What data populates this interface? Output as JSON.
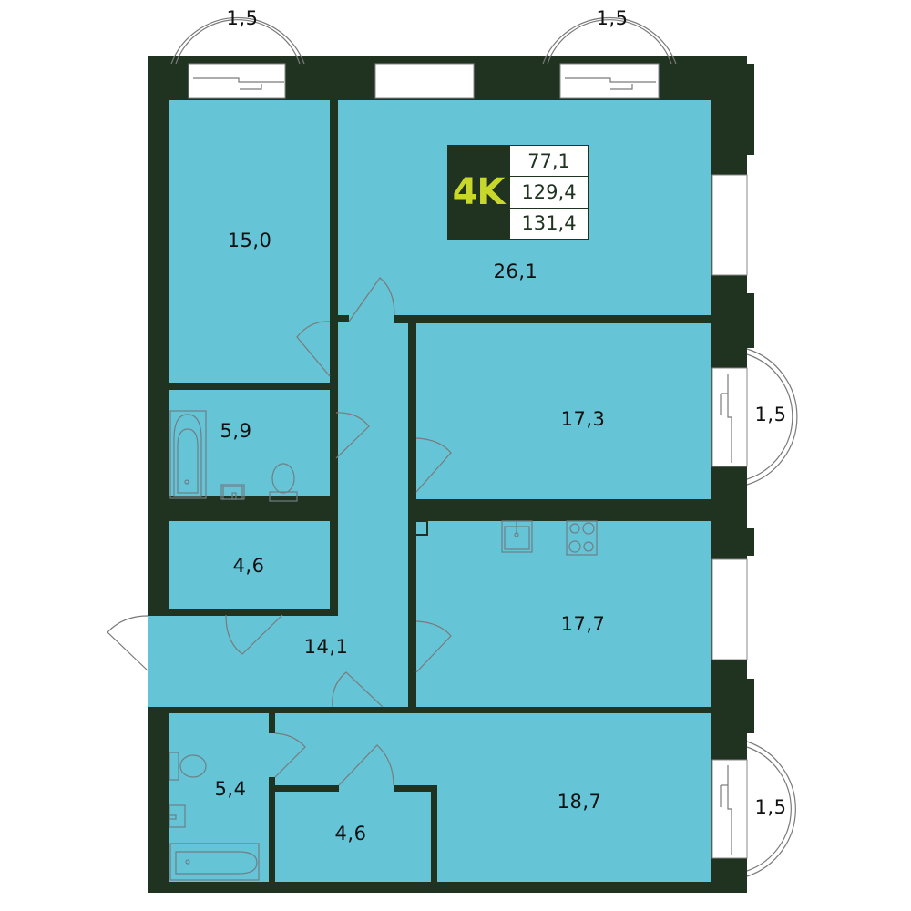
{
  "plan": {
    "type_badge": {
      "label": "4K",
      "living_area": "77,1",
      "total_area": "129,4",
      "total_area_with_balconies": "131,4"
    },
    "rooms": [
      {
        "id": "bedroom-top-left",
        "area": "15,0"
      },
      {
        "id": "living-room",
        "area": "26,1"
      },
      {
        "id": "bedroom-right-middle",
        "area": "17,3"
      },
      {
        "id": "bathroom-1",
        "area": "5,9"
      },
      {
        "id": "storage-1",
        "area": "4,6"
      },
      {
        "id": "kitchen",
        "area": "17,7"
      },
      {
        "id": "hallway",
        "area": "14,1"
      },
      {
        "id": "bathroom-2",
        "area": "5,4"
      },
      {
        "id": "storage-2",
        "area": "4,6"
      },
      {
        "id": "bedroom-bottom-right",
        "area": "18,7"
      }
    ],
    "balconies": [
      {
        "id": "balcony-top-left",
        "area": "1,5"
      },
      {
        "id": "balcony-top-right",
        "area": "1,5"
      },
      {
        "id": "balcony-right-upper",
        "area": "1,5"
      },
      {
        "id": "balcony-right-lower",
        "area": "1,5"
      }
    ]
  },
  "colors": {
    "wall": "#1f3320",
    "floor": "#65c4d6",
    "badge_text": "#c8d82a"
  }
}
